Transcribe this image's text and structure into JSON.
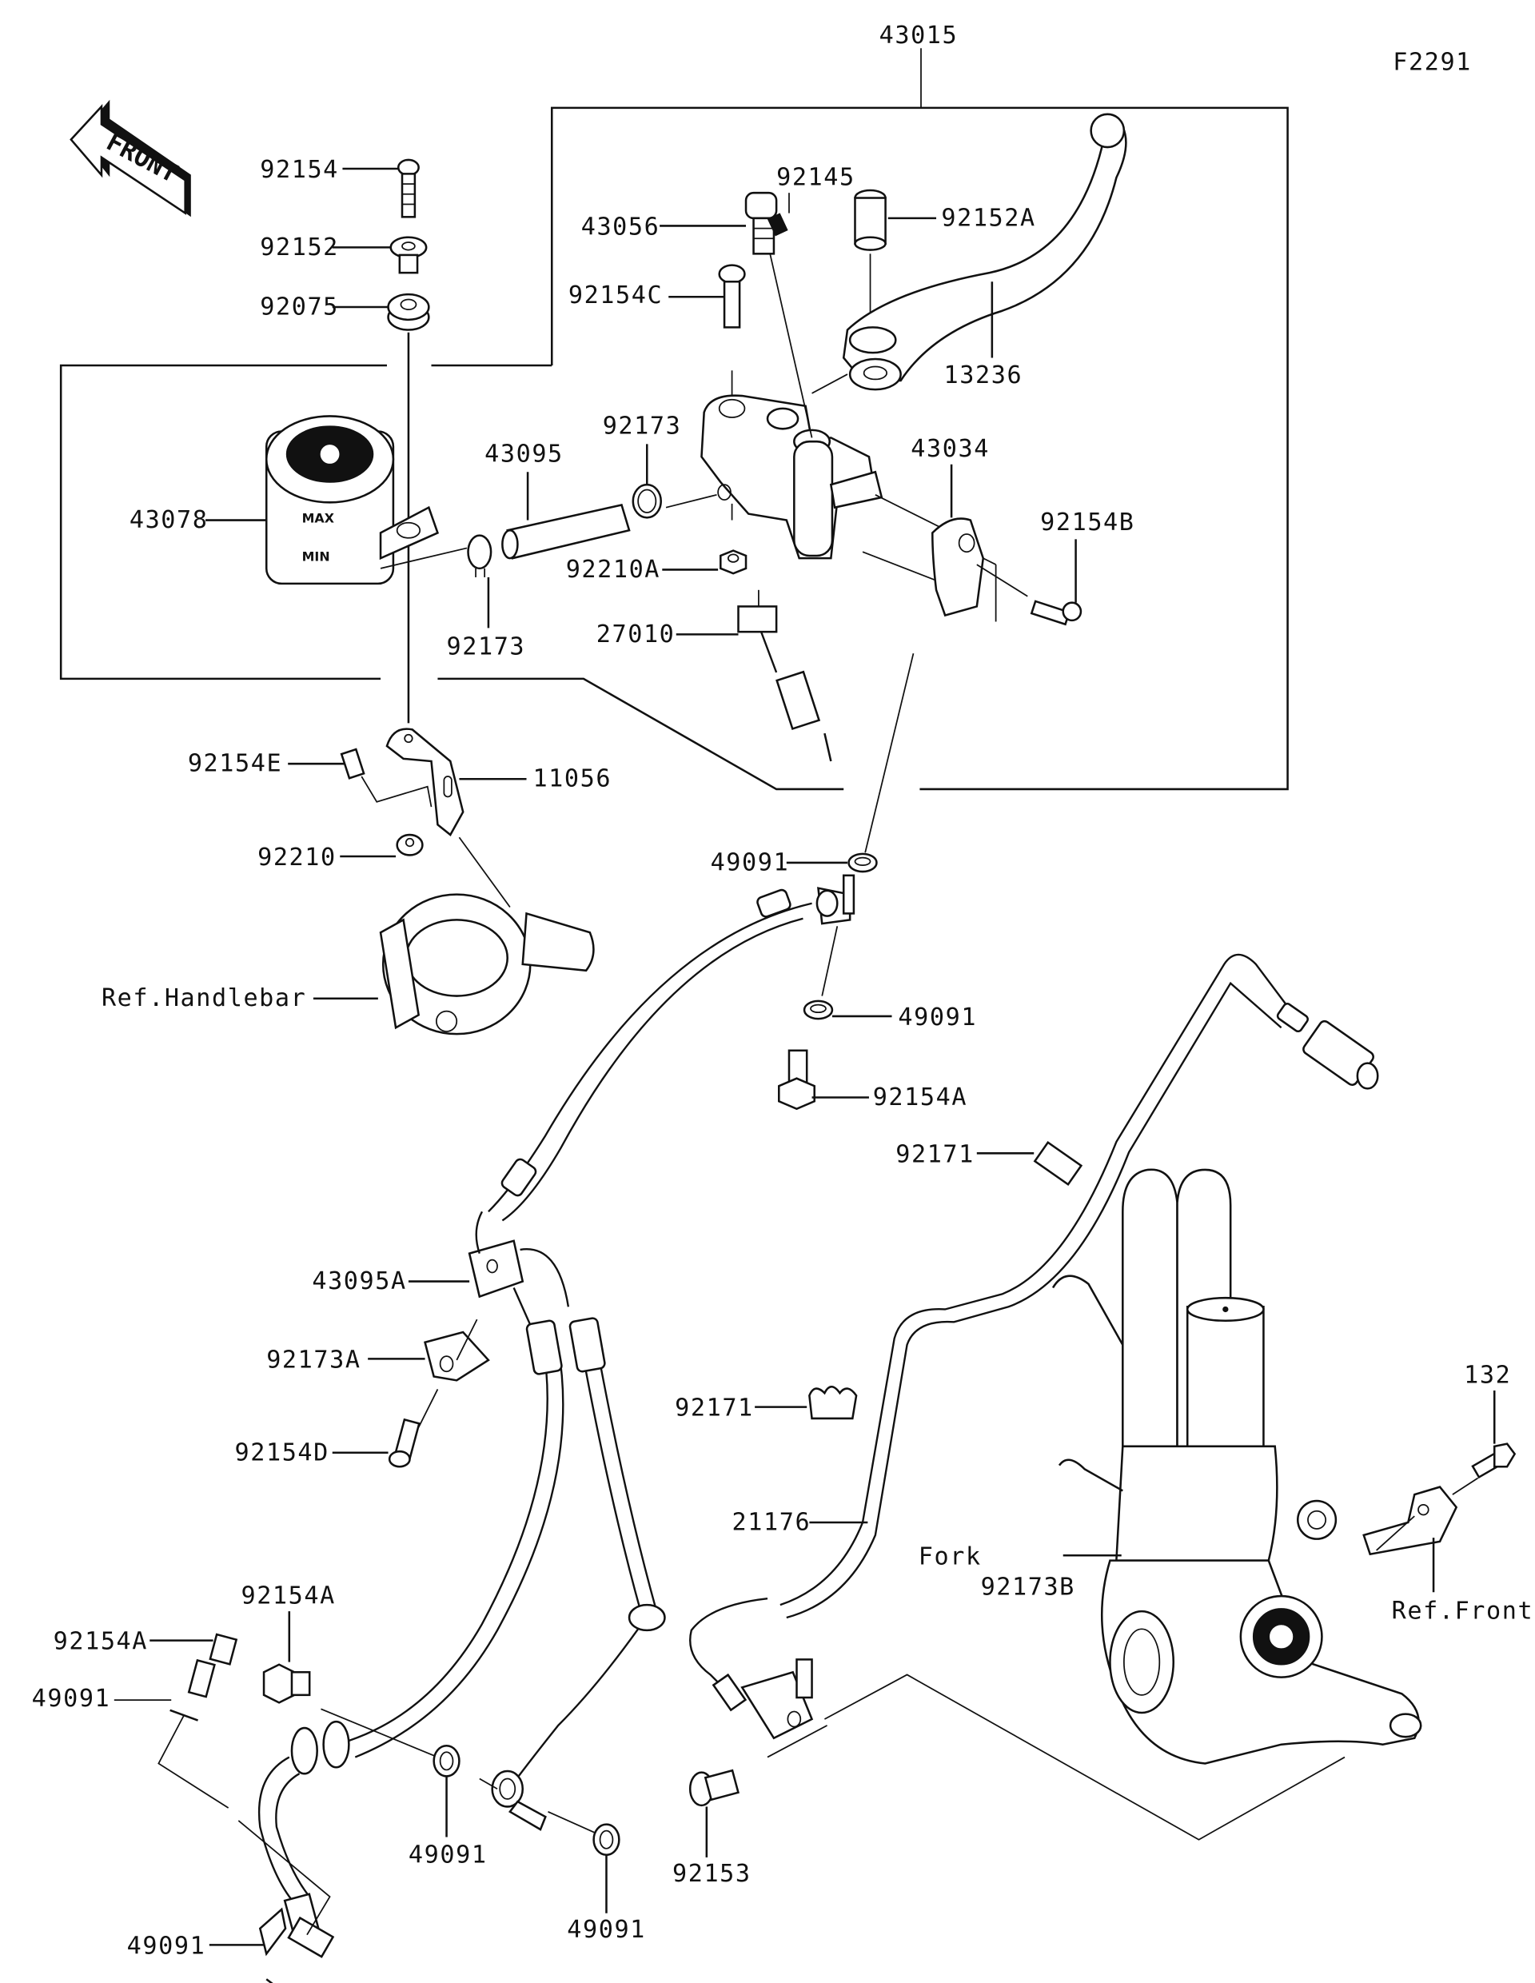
{
  "diagram": {
    "figure_id": "F2291",
    "direction_label": "FRONT",
    "reservoir_marks": {
      "max": "MAX",
      "min": "MIN"
    },
    "callouts": [
      {
        "id": "c-43015",
        "part": "43015"
      },
      {
        "id": "c-92154",
        "part": "92154"
      },
      {
        "id": "c-92152",
        "part": "92152"
      },
      {
        "id": "c-92075",
        "part": "92075"
      },
      {
        "id": "c-43056",
        "part": "43056"
      },
      {
        "id": "c-92145",
        "part": "92145"
      },
      {
        "id": "c-92152A",
        "part": "92152A"
      },
      {
        "id": "c-92154C",
        "part": "92154C"
      },
      {
        "id": "c-13236",
        "part": "13236"
      },
      {
        "id": "c-43095",
        "part": "43095"
      },
      {
        "id": "c-92173-top",
        "part": "92173"
      },
      {
        "id": "c-43034",
        "part": "43034"
      },
      {
        "id": "c-43078",
        "part": "43078"
      },
      {
        "id": "c-92154B",
        "part": "92154B"
      },
      {
        "id": "c-92210A",
        "part": "92210A"
      },
      {
        "id": "c-92173-low",
        "part": "92173"
      },
      {
        "id": "c-27010",
        "part": "27010"
      },
      {
        "id": "c-92154E",
        "part": "92154E"
      },
      {
        "id": "c-11056",
        "part": "11056"
      },
      {
        "id": "c-92210",
        "part": "92210"
      },
      {
        "id": "c-49091-a",
        "part": "49091"
      },
      {
        "id": "c-ref-handlebar",
        "part": "Ref.Handlebar"
      },
      {
        "id": "c-49091-b",
        "part": "49091"
      },
      {
        "id": "c-92154A-a",
        "part": "92154A"
      },
      {
        "id": "c-92171-a",
        "part": "92171"
      },
      {
        "id": "c-43095A",
        "part": "43095A"
      },
      {
        "id": "c-92173A",
        "part": "92173A"
      },
      {
        "id": "c-92171-b",
        "part": "92171"
      },
      {
        "id": "c-132",
        "part": "132"
      },
      {
        "id": "c-92154D",
        "part": "92154D"
      },
      {
        "id": "c-21176",
        "part": "21176"
      },
      {
        "id": "c-ref-front-fork-1",
        "part": "Ref.Front"
      },
      {
        "id": "c-ref-front-fork-2",
        "part": "Fork"
      },
      {
        "id": "c-92173B",
        "part": "92173B"
      },
      {
        "id": "c-92154A-b",
        "part": "92154A"
      },
      {
        "id": "c-92154A-c",
        "part": "92154A"
      },
      {
        "id": "c-49091-c",
        "part": "49091"
      },
      {
        "id": "c-49091-d",
        "part": "49091"
      },
      {
        "id": "c-49091-e",
        "part": "49091"
      },
      {
        "id": "c-92153",
        "part": "92153"
      },
      {
        "id": "c-49091-f",
        "part": "49091"
      }
    ]
  }
}
